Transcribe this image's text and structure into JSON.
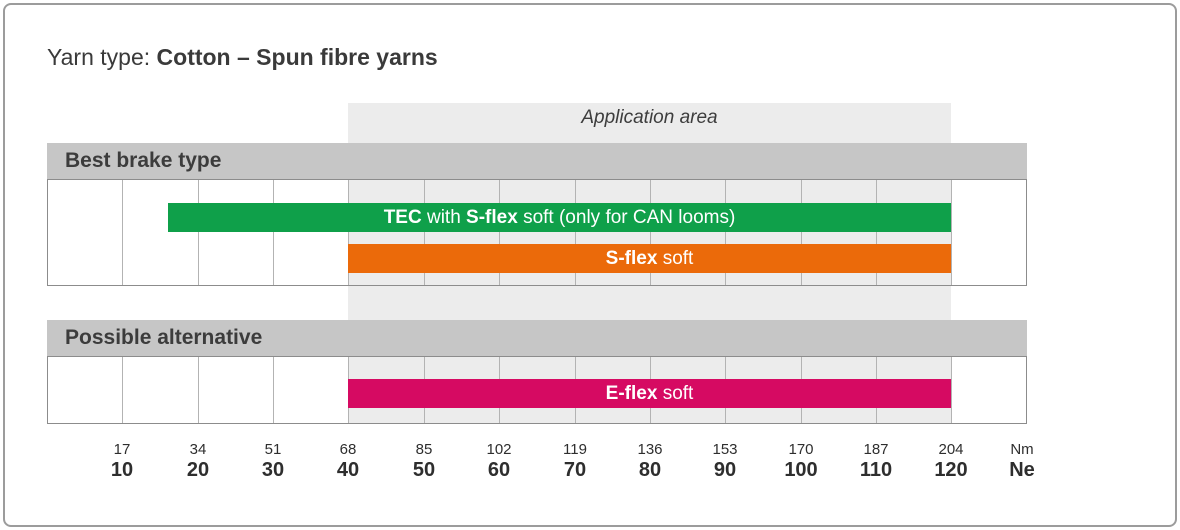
{
  "title": {
    "prefix": "Yarn type: ",
    "emphasis": "Cotton – Spun fibre yarns"
  },
  "application_area": {
    "label": "Application area"
  },
  "colors": {
    "green": "#0fa04a",
    "orange": "#eb6a0a",
    "pink": "#d60a62",
    "header_bg": "#c6c6c6",
    "application_shade_bg": "#ececec",
    "grid_line": "#b3b3b3",
    "grid_border": "#8c8c8c",
    "text_dark": "#3a3a3a"
  },
  "chart_data": {
    "type": "bar",
    "subtype": "horizontal-range-application-chart",
    "title": "Yarn type: Cotton – Spun fibre yarns",
    "x_axis": {
      "scales": [
        {
          "unit": "Nm",
          "ticks": [
            17,
            34,
            51,
            68,
            85,
            102,
            119,
            136,
            153,
            170,
            187,
            204
          ]
        },
        {
          "unit": "Ne",
          "ticks": [
            10,
            20,
            30,
            40,
            50,
            60,
            70,
            80,
            90,
            100,
            110,
            120
          ]
        }
      ],
      "xlim_ne": [
        0,
        130
      ],
      "grid": true
    },
    "application_area_ne": [
      40,
      120
    ],
    "groups": [
      {
        "label": "Best brake type",
        "bars": [
          {
            "name": "TEC with S-flex soft (only for CAN looms)",
            "label_parts": [
              {
                "text": "TEC",
                "bold": true
              },
              {
                "text": " with ",
                "bold": false
              },
              {
                "text": "S-flex",
                "bold": true
              },
              {
                "text": " soft (only for CAN looms)",
                "bold": false
              }
            ],
            "range_ne": [
              16,
              120
            ],
            "color": "#0fa04a"
          },
          {
            "name": "S-flex soft",
            "label_parts": [
              {
                "text": "S-flex",
                "bold": true
              },
              {
                "text": " soft",
                "bold": false
              }
            ],
            "range_ne": [
              40,
              120
            ],
            "color": "#eb6a0a"
          }
        ]
      },
      {
        "label": "Possible alternative",
        "bars": [
          {
            "name": "E-flex soft",
            "label_parts": [
              {
                "text": "E-flex",
                "bold": true
              },
              {
                "text": " soft",
                "bold": false
              }
            ],
            "range_ne": [
              40,
              120
            ],
            "color": "#d60a62"
          }
        ]
      }
    ]
  }
}
